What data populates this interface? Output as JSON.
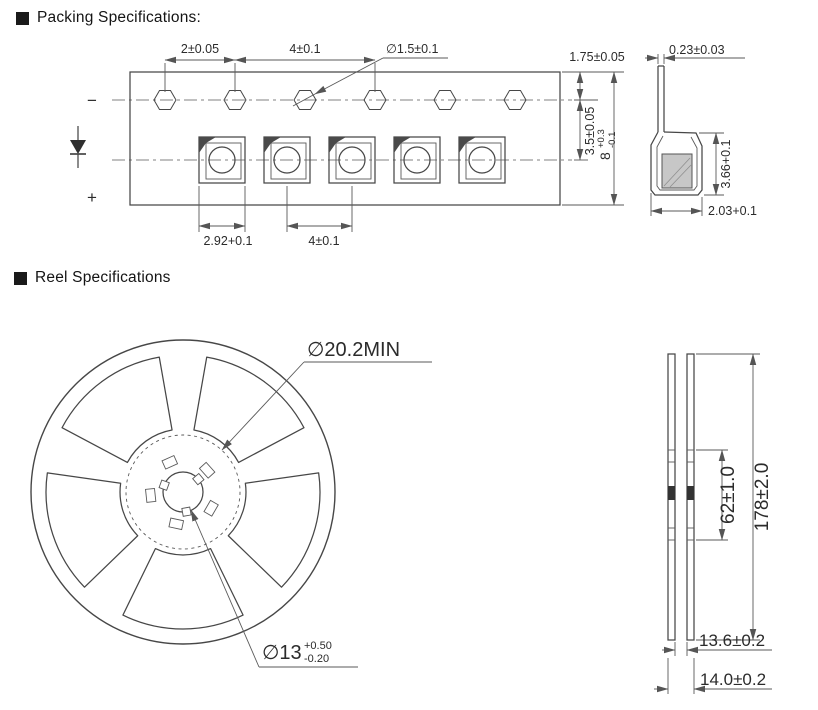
{
  "headers": {
    "packing": "Packing Specifications:",
    "reel": "Reel Specifications"
  },
  "tape_top": {
    "sprocket_pitch": "2±0.05",
    "hole_pitch": "4±0.1",
    "hole_dia": "∅1.5±0.1",
    "edge_to_hole": "1.75±0.05"
  },
  "tape_right": {
    "hole_to_pocket": "3.5±0.05",
    "width_main": "8",
    "width_tol_up": "+0.3",
    "width_tol_dn": "-0.1"
  },
  "tape_bottom": {
    "pocket_size": "2.92+0.1",
    "pocket_pitch": "4±0.1"
  },
  "polarity": {
    "minus": "−",
    "plus": "+"
  },
  "tape_side": {
    "thickness": "0.23±0.03",
    "depth": "3.66+0.1",
    "bottom_width": "2.03+0.1"
  },
  "reel_front": {
    "hub_dia": "∅20.2MIN",
    "hole_dia": "∅13",
    "hole_tol_up": "+0.50",
    "hole_tol_dn": "-0.20"
  },
  "reel_side": {
    "hub_width": "62±1.0",
    "outer_dia": "178±2.0",
    "inner_width": "13.6±0.2",
    "overall_width": "14.0±0.2"
  }
}
